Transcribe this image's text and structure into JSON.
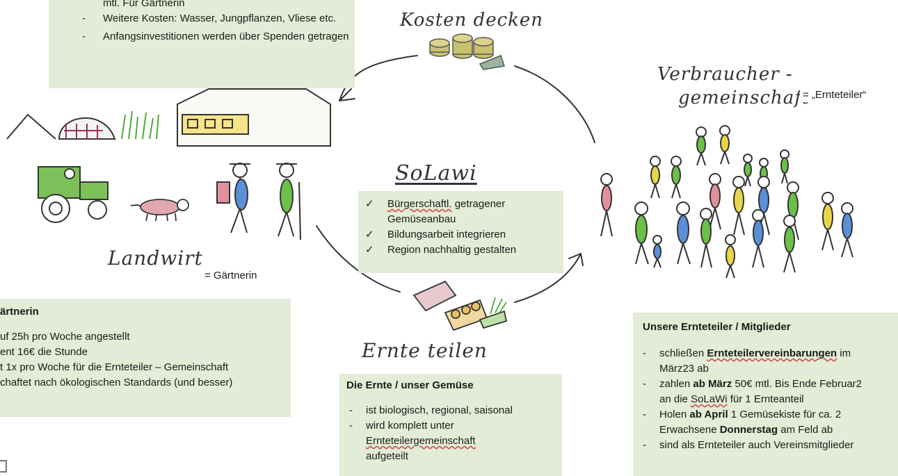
{
  "costs_box": {
    "items": [
      {
        "text": "mtl. Für Gärtnerin",
        "bullet": false
      },
      {
        "text": "Weitere Kosten: Wasser, Jungpflanzen, Vliese etc.",
        "bullet": true
      },
      {
        "text": "Anfangsinvestitionen werden über Spenden getragen",
        "bullet": true
      }
    ]
  },
  "hand_labels": {
    "kosten": "Kosten decken",
    "verbraucher_1": "Verbraucher -",
    "verbraucher_2": "gemeinschaft",
    "solawi": "SoLawi",
    "landwirt": "Landwirt",
    "ernte": "Ernte teilen"
  },
  "notes": {
    "ernteteiler": "= „Ernteteiler“",
    "gaertnerin": "= Gärtnerin"
  },
  "solawi_box": {
    "items": [
      {
        "pre": "",
        "sq": "Bürgerschaftl.",
        "post": " getragener Gemüseanbau"
      },
      {
        "pre": "Bildungsarbeit integrieren",
        "sq": "",
        "post": ""
      },
      {
        "pre": "Region nachhaltig gestalten",
        "sq": "",
        "post": ""
      }
    ]
  },
  "gaertnerin_box": {
    "title": "ärtnerin",
    "lines": [
      "uf 25h pro Woche angestellt",
      "ent 16€ die Stunde",
      "t 1x pro Woche für die Ernteteiler – Gemeinschaft",
      "chaftet nach ökologischen Standards (und besser)"
    ]
  },
  "ernte_box": {
    "title": "Die Ernte / unser Gemüse",
    "item1": "ist biologisch, regional, saisonal",
    "item2_line1": "wird komplett unter",
    "item2_sq": "Ernteteilergemeinschaft",
    "item2_line3": "aufgeteilt"
  },
  "mitglieder_box": {
    "title": "Unsere Ernteteiler / Mitglieder",
    "i1_pre": "schließen ",
    "i1_bold": "Ernteteilervereinbarungen",
    "i1_post": " im",
    "i1_line2": "März23 ab",
    "i2_pre": "zahlen ",
    "i2_bold": "ab März",
    "i2_post": " 50€ mtl. Bis Ende Februar2",
    "i2_line2_pre": "an die ",
    "i2_line2_sq": "SoLaWi",
    "i2_line2_post": " für 1 Ernteanteil",
    "i3_pre": "Holen ",
    "i3_bold": "ab April",
    "i3_post": " 1 Gemüsekiste für ca. 2",
    "i3_line2_pre": "Erwachsene ",
    "i3_line2_bold": "Donnerstag",
    "i3_line2_post": " am Feld ab",
    "i4": "sind als Ernteteiler auch Vereinsmitglieder"
  },
  "colors": {
    "box_bg": "#e3ecd6",
    "figure_green": "#6cc04a",
    "figure_blue": "#5b8fd6",
    "figure_pink": "#e0909a",
    "figure_yellow": "#e8d64a"
  }
}
